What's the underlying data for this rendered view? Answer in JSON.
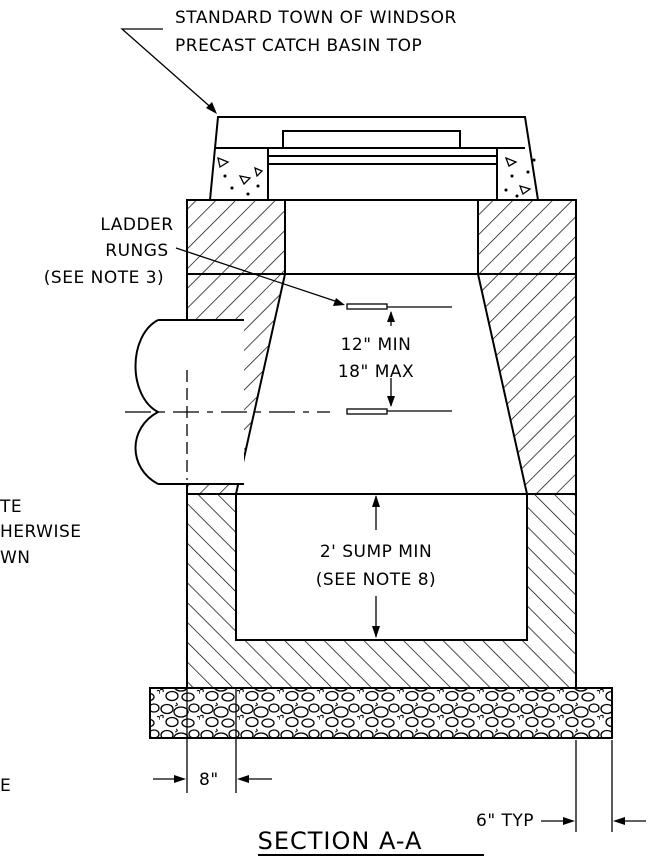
{
  "labels": {
    "top_line1": "STANDARD TOWN OF WINDSOR",
    "top_line2": "PRECAST CATCH BASIN TOP",
    "ladder_line1": "LADDER",
    "ladder_line2": "RUNGS",
    "ladder_line3": "(SEE NOTE 3)",
    "spacing_line1": "12\" MIN",
    "spacing_line2": "18\" MAX",
    "sump_line1": "2' SUMP MIN",
    "sump_line2": "(SEE NOTE 8)",
    "left_partial1": "TE",
    "left_partial2": "HERWISE",
    "left_partial3": "WN",
    "left_partial4": "E",
    "wall_dim": "8\"",
    "typ_dim": "6\" TYP",
    "section_title": "SECTION A-A"
  },
  "colors": {
    "ink": "#000000",
    "paper": "#ffffff"
  }
}
